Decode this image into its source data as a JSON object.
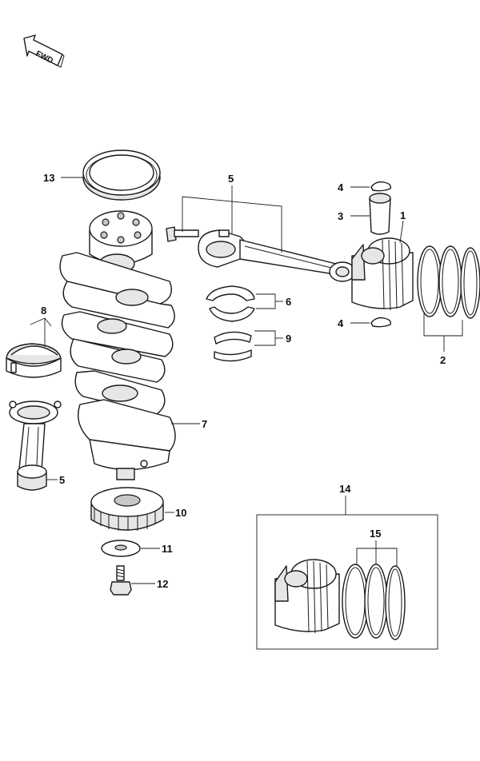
{
  "fwd_label": "FWD",
  "callouts": {
    "c1": "1",
    "c2": "2",
    "c3": "3",
    "c4a": "4",
    "c4b": "4",
    "c5a": "5",
    "c5b": "5",
    "c6": "6",
    "c7": "7",
    "c8": "8",
    "c9": "9",
    "c10": "10",
    "c11": "11",
    "c12": "12",
    "c13": "13",
    "c14": "14",
    "c15": "15"
  }
}
